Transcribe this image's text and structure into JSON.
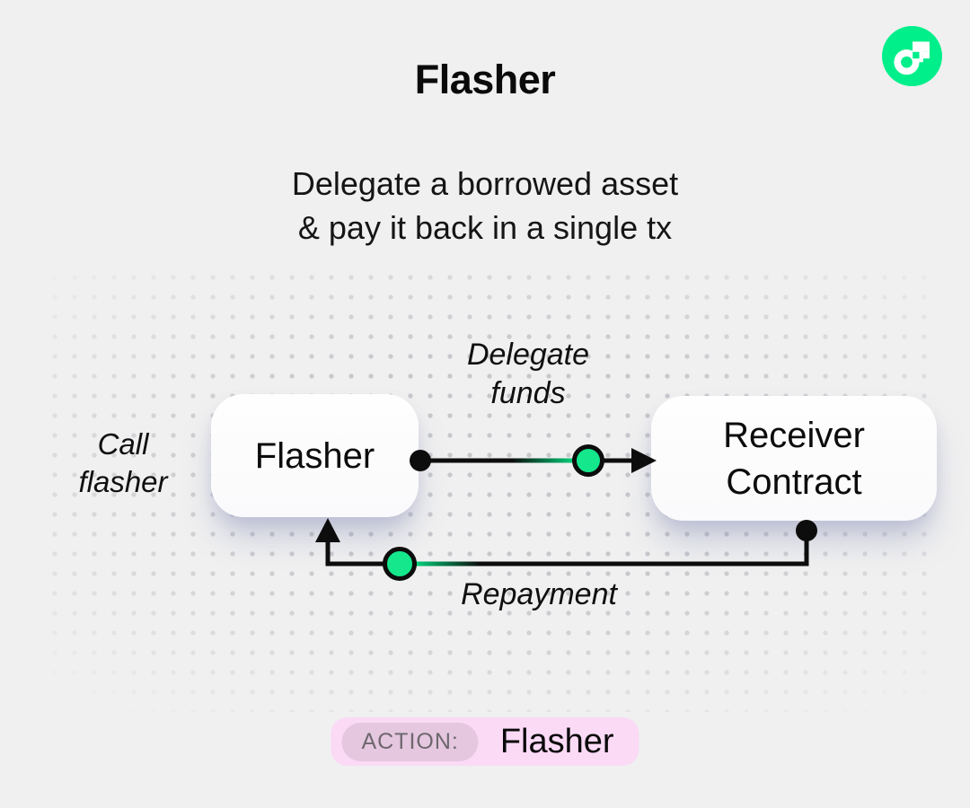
{
  "header": {
    "title": "Flasher",
    "subtitle": "Delegate a borrowed asset\n& pay it back in a single tx"
  },
  "logo": {
    "name": "flow-logo"
  },
  "diagram": {
    "call_label": "Call\nflasher",
    "nodes": {
      "flasher": {
        "label": "Flasher"
      },
      "receiver": {
        "label": "Receiver\nContract"
      }
    },
    "edges": {
      "delegate": {
        "label": "Delegate\nfunds"
      },
      "repayment": {
        "label": "Repayment"
      }
    }
  },
  "footer": {
    "action_label": "ACTION:",
    "action_value": "Flasher"
  },
  "colors": {
    "background": "#f0f0f0",
    "ink": "#0d0d0d",
    "green": "#00ef8b",
    "node_bg": "#fdfdfe",
    "badge_bg": "#fbdaf6",
    "badge_inner_bg": "#e5c7e0",
    "badge_label_ink": "#6e686e",
    "dot": "#c7c7cc"
  }
}
